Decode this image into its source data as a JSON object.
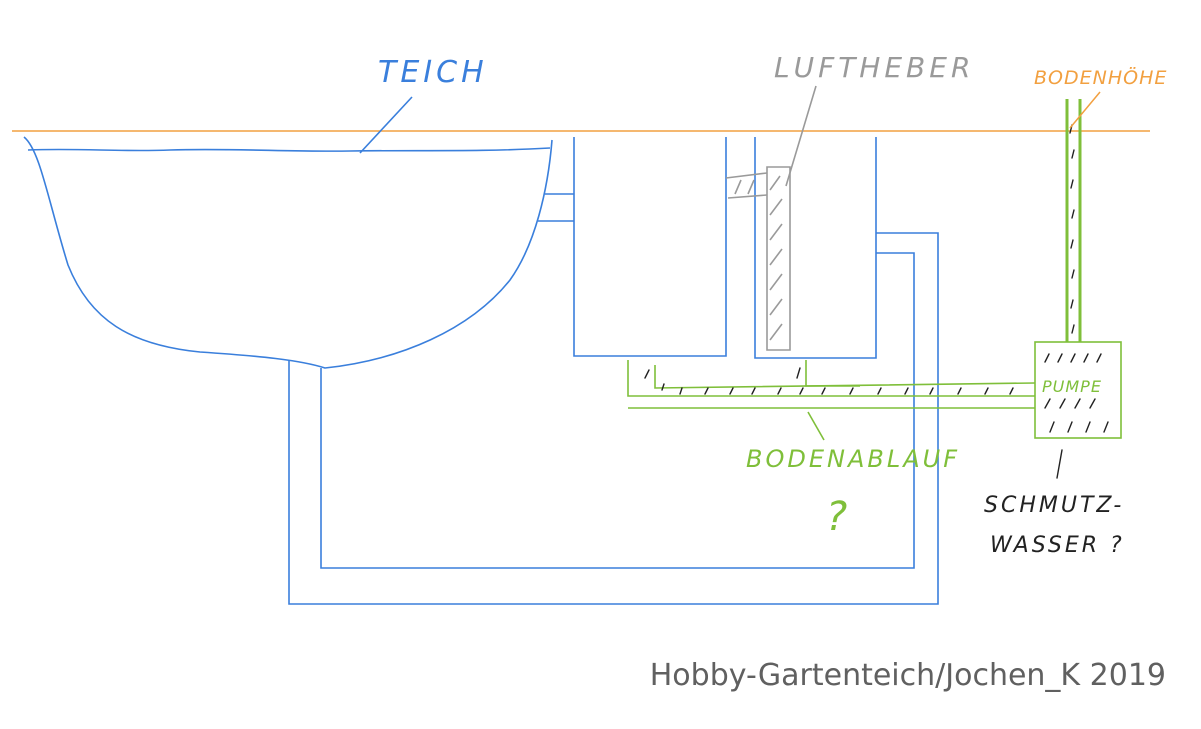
{
  "labels": {
    "teich": "TEICH",
    "luftheber": "LUFTHEBER",
    "bodenhoehe": "BODENHÖHE",
    "pumpe": "PUMPE",
    "bodenablauf": "BODENABLAUF",
    "bodenablauf_q": "?",
    "schmutz_line1": "SCHMUTZ-",
    "schmutz_line2": "WASSER ?",
    "credit": "Hobby-Gartenteich/Jochen_K 2019"
  },
  "colors": {
    "pond_blue": "#3a7fdc",
    "ground_orange": "#f2a040",
    "drain_green": "#7fbf3a",
    "airlift_gray": "#9a9a9a",
    "credit_gray": "#606060"
  }
}
